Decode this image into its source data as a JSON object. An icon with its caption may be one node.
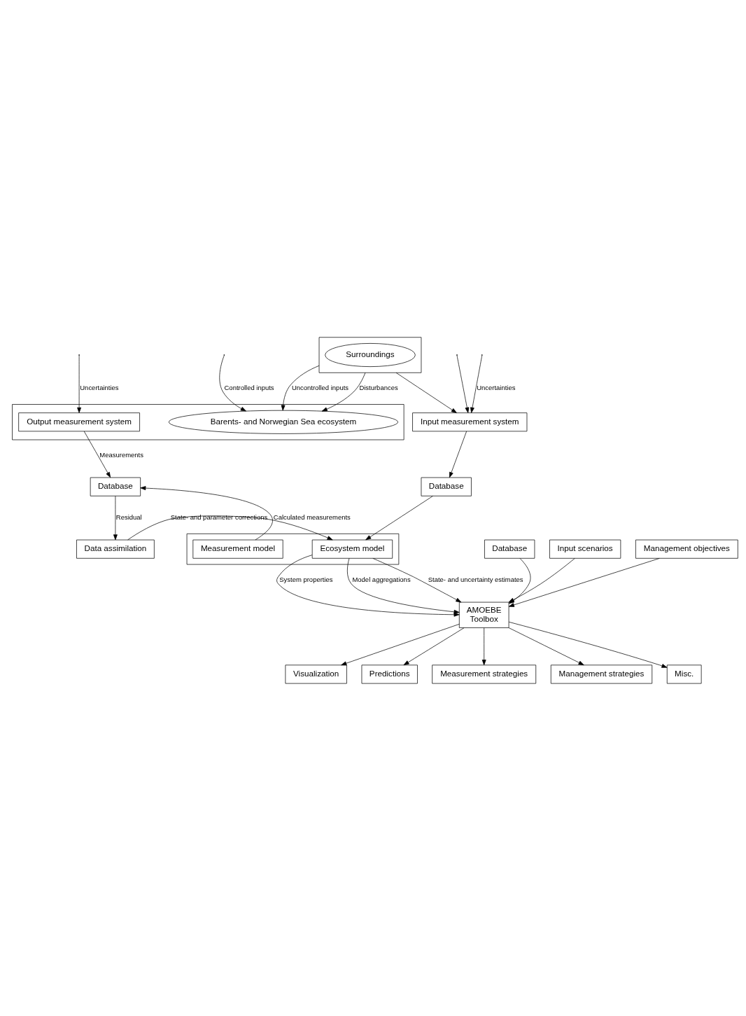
{
  "diagram": {
    "nodes": [
      {
        "text": [],
        "shape": "box"
      },
      {
        "text": [
          "Surroundings"
        ],
        "in": 0
      },
      {
        "text": [],
        "shape": "box"
      },
      {
        "text": [
          "Barents- and Norwegian Sea ecosystem"
        ],
        "in": 2
      },
      {
        "text": [
          "Output measurement system"
        ],
        "in": 2
      },
      {
        "text": [
          "Input measurement system"
        ]
      },
      {
        "text": [
          "Database"
        ]
      },
      {
        "text": [
          "Data assimilation"
        ]
      },
      {
        "text": [
          "Database"
        ]
      },
      {
        "text": [],
        "shape": "box"
      },
      {
        "text": [
          "Ecosystem model"
        ],
        "in": 9
      },
      {
        "text": [
          "Measurement model"
        ],
        "in": 9
      },
      {
        "text": [
          "AMOEBE",
          "Toolbox"
        ]
      },
      {
        "text": [
          "Database"
        ]
      },
      {
        "text": [
          "Input scenarios"
        ]
      },
      {
        "text": [
          "Management objectives"
        ]
      },
      {
        "text": [
          "Visualization"
        ]
      },
      {
        "text": [
          "Predictions"
        ]
      },
      {
        "text": [
          "Measurement strategies"
        ]
      },
      {
        "text": [
          "Management strategies"
        ]
      },
      {
        "text": [
          "Misc."
        ]
      }
    ],
    "edges": [
      {
        "from": 0,
        "to": 3,
        "label": "Disturbances",
        "arrow": "to"
      },
      {
        "from": null,
        "to": 4,
        "label": "Uncertainties",
        "arrow": "to"
      },
      {
        "from": 0,
        "to": 3,
        "label": "Uncontrolled inputs",
        "arrow": "to"
      },
      {
        "from": 0,
        "to": 5,
        "arrow": "to"
      },
      {
        "from": null,
        "to": 3,
        "label": "Controlled inputs",
        "arrow": "to"
      },
      {
        "from": null,
        "to": 5,
        "arrow": "to"
      },
      {
        "from": null,
        "to": 5,
        "label": "Uncertainties",
        "arrow": "to"
      },
      {
        "from": 4,
        "to": 6,
        "label": "Measurements",
        "arrow": "to"
      },
      {
        "from": 6,
        "to": 7,
        "label": "Residual",
        "arrow": "to"
      },
      {
        "from": 7,
        "to": 10,
        "label": "State- and parameter corrections",
        "arrow": "to"
      },
      {
        "from": 5,
        "to": 8,
        "arrow": "to"
      },
      {
        "from": 8,
        "to": 10,
        "arrow": "to"
      },
      {
        "from": 11,
        "to": 6,
        "label": "Calculated measurements",
        "arrow": "to"
      },
      {
        "from": 10,
        "to": 12,
        "label": "System properties",
        "arrow": "to"
      },
      {
        "from": 10,
        "to": 12,
        "label": "Model aggregations",
        "arrow": "to"
      },
      {
        "from": 10,
        "to": 12,
        "label": "State- and uncertainty estimates",
        "arrow": "to"
      },
      {
        "from": 13,
        "to": 12,
        "arrow": "to"
      },
      {
        "from": 14,
        "to": 12,
        "arrow": "to"
      },
      {
        "from": 15,
        "to": 12,
        "arrow": "to"
      },
      {
        "from": 12,
        "to": 16,
        "arrow": "to"
      },
      {
        "from": 12,
        "to": 17,
        "arrow": "to"
      },
      {
        "from": 12,
        "to": 18,
        "arrow": "to"
      },
      {
        "from": 12,
        "to": 19,
        "arrow": "to"
      },
      {
        "from": 12,
        "to": 20,
        "arrow": "to"
      }
    ]
  }
}
